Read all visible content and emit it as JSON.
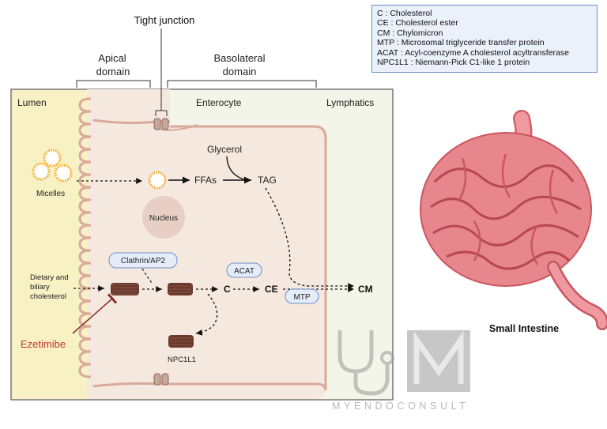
{
  "legend": [
    "C : Cholesterol",
    "CE : Cholesterol ester",
    "CM : Chylomicron",
    "MTP : Microsomal triglyceride transfer protein",
    "ACAT : Acyl-coenzyme A cholesterol acyltransferase",
    "NPC1L1 : Niemann-Pick C1-like 1  protein"
  ],
  "labels": {
    "tight_junction": "Tight junction",
    "apical": [
      "Apical",
      "domain"
    ],
    "basolateral": [
      "Basolateral",
      "domain"
    ],
    "lumen": "Lumen",
    "enterocyte": "Enterocyte",
    "lymphatics": "Lymphatics",
    "micelles": "Micelles",
    "glycerol": "Glycerol",
    "ffas": "FFAs",
    "tag": "TAG",
    "nucleus": "Nucleus",
    "clathrin": "Clathrin/AP2",
    "acat": "ACAT",
    "mtp": "MTP",
    "c": "C",
    "ce": "CE",
    "cm": "CM",
    "dietary": [
      "Dietary and",
      "biliary",
      "cholesterol"
    ],
    "ezetimibe": "Ezetimibe",
    "npc1l1": "NPC1L1",
    "small_intestine": "Small Intestine",
    "watermark": "MYENDOCONSULT"
  },
  "colors": {
    "ezetimibe": "#c0392b",
    "micelle_fill": "#f5a623",
    "membrane": "#d9a99a",
    "transporter": "#6b3a2e",
    "intestine": "#e8838a"
  }
}
